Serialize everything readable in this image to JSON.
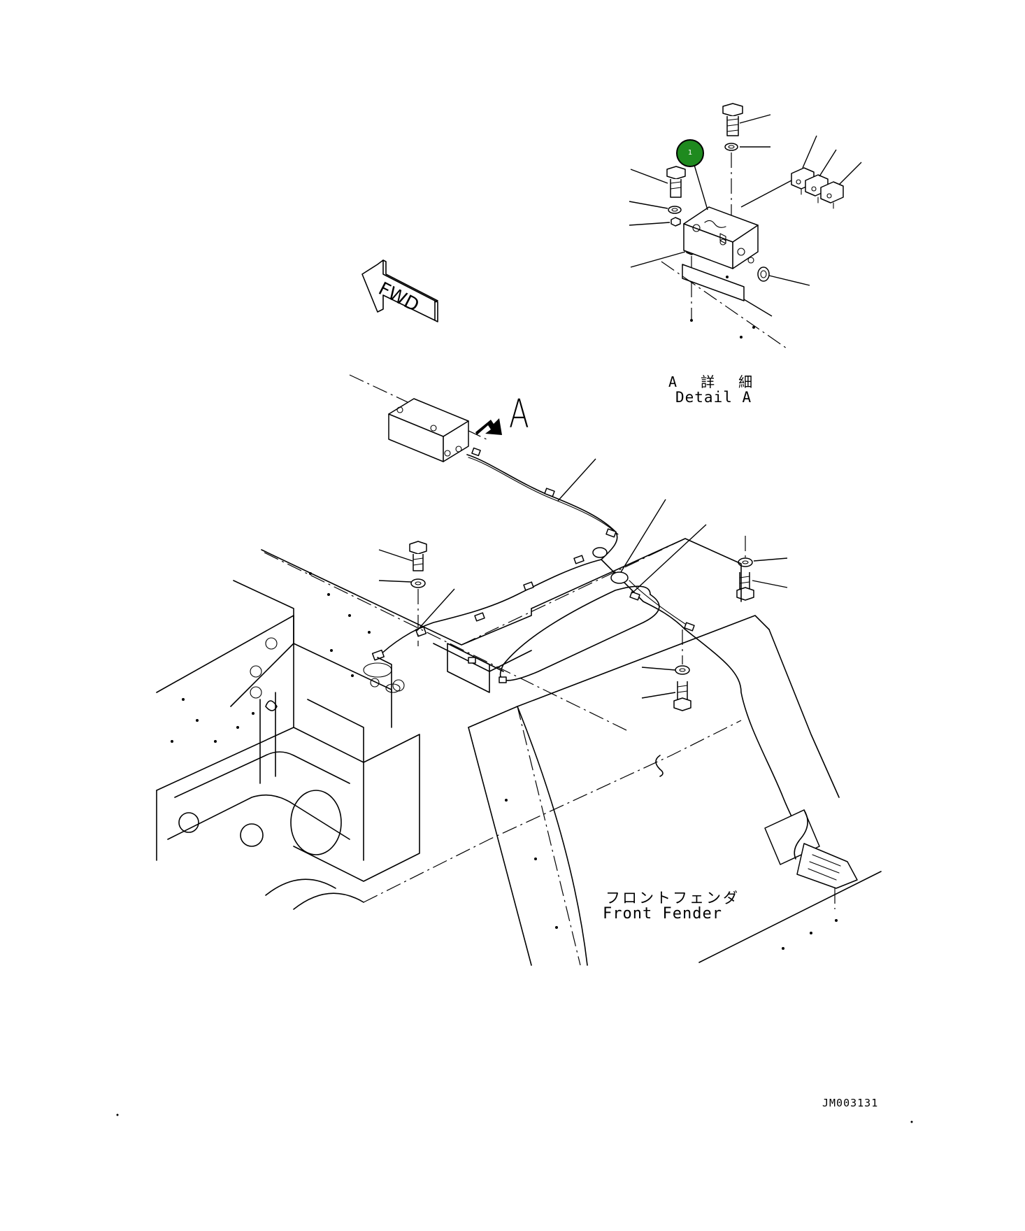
{
  "drawing": {
    "drawing_id": "JM003131",
    "view_marker": "A",
    "forward_marker": "FWD",
    "detail_label_ja": "A 詳 細",
    "detail_label_en": "Detail A",
    "fender_label_ja": "フロントフェンダ",
    "fender_label_en": "Front Fender"
  },
  "callouts": [
    {
      "number": "1",
      "color": "#1f8a1f"
    }
  ],
  "colors": {
    "line": "#000000",
    "background": "#ffffff",
    "callout_fill": "#1f8a1f"
  }
}
